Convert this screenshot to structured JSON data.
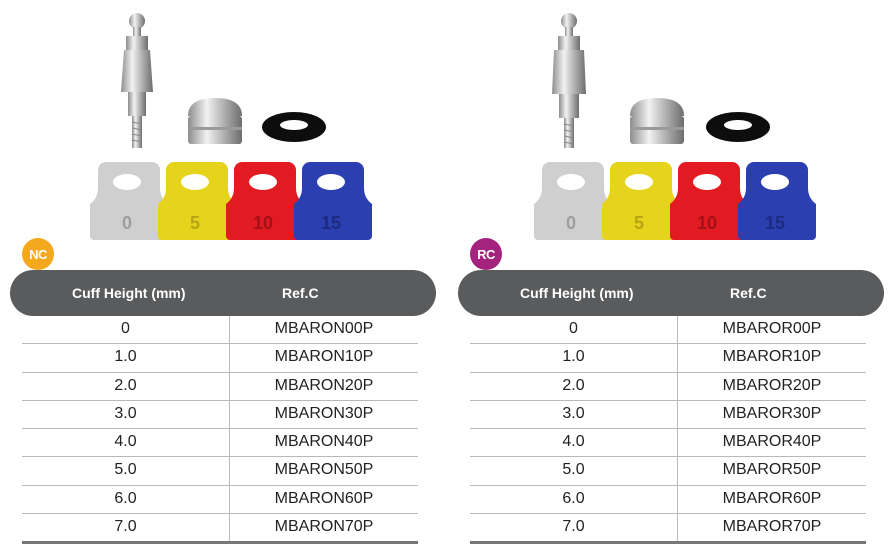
{
  "colors": {
    "nc_badge": "#f4a81d",
    "rc_badge": "#a4237c",
    "header_bg": "#5a5b5d",
    "tag_colors": [
      "#cfcfcf",
      "#e6d31c",
      "#e21b23",
      "#2c3fb0"
    ]
  },
  "tags": [
    "0",
    "5",
    "10",
    "15"
  ],
  "panels": [
    {
      "badge": "NC",
      "header": {
        "cuff": "Cuff Height (mm)",
        "ref": "Ref.C"
      },
      "rows": [
        [
          "0",
          "MBARON00P"
        ],
        [
          "1.0",
          "MBARON10P"
        ],
        [
          "2.0",
          "MBARON20P"
        ],
        [
          "3.0",
          "MBARON30P"
        ],
        [
          "4.0",
          "MBARON40P"
        ],
        [
          "5.0",
          "MBARON50P"
        ],
        [
          "6.0",
          "MBARON60P"
        ],
        [
          "7.0",
          "MBARON70P"
        ]
      ]
    },
    {
      "badge": "RC",
      "header": {
        "cuff": "Cuff Height (mm)",
        "ref": "Ref.C"
      },
      "rows": [
        [
          "0",
          "MBAROR00P"
        ],
        [
          "1.0",
          "MBAROR10P"
        ],
        [
          "2.0",
          "MBAROR20P"
        ],
        [
          "3.0",
          "MBAROR30P"
        ],
        [
          "4.0",
          "MBAROR40P"
        ],
        [
          "5.0",
          "MBAROR50P"
        ],
        [
          "6.0",
          "MBAROR60P"
        ],
        [
          "7.0",
          "MBAROR70P"
        ]
      ]
    }
  ]
}
